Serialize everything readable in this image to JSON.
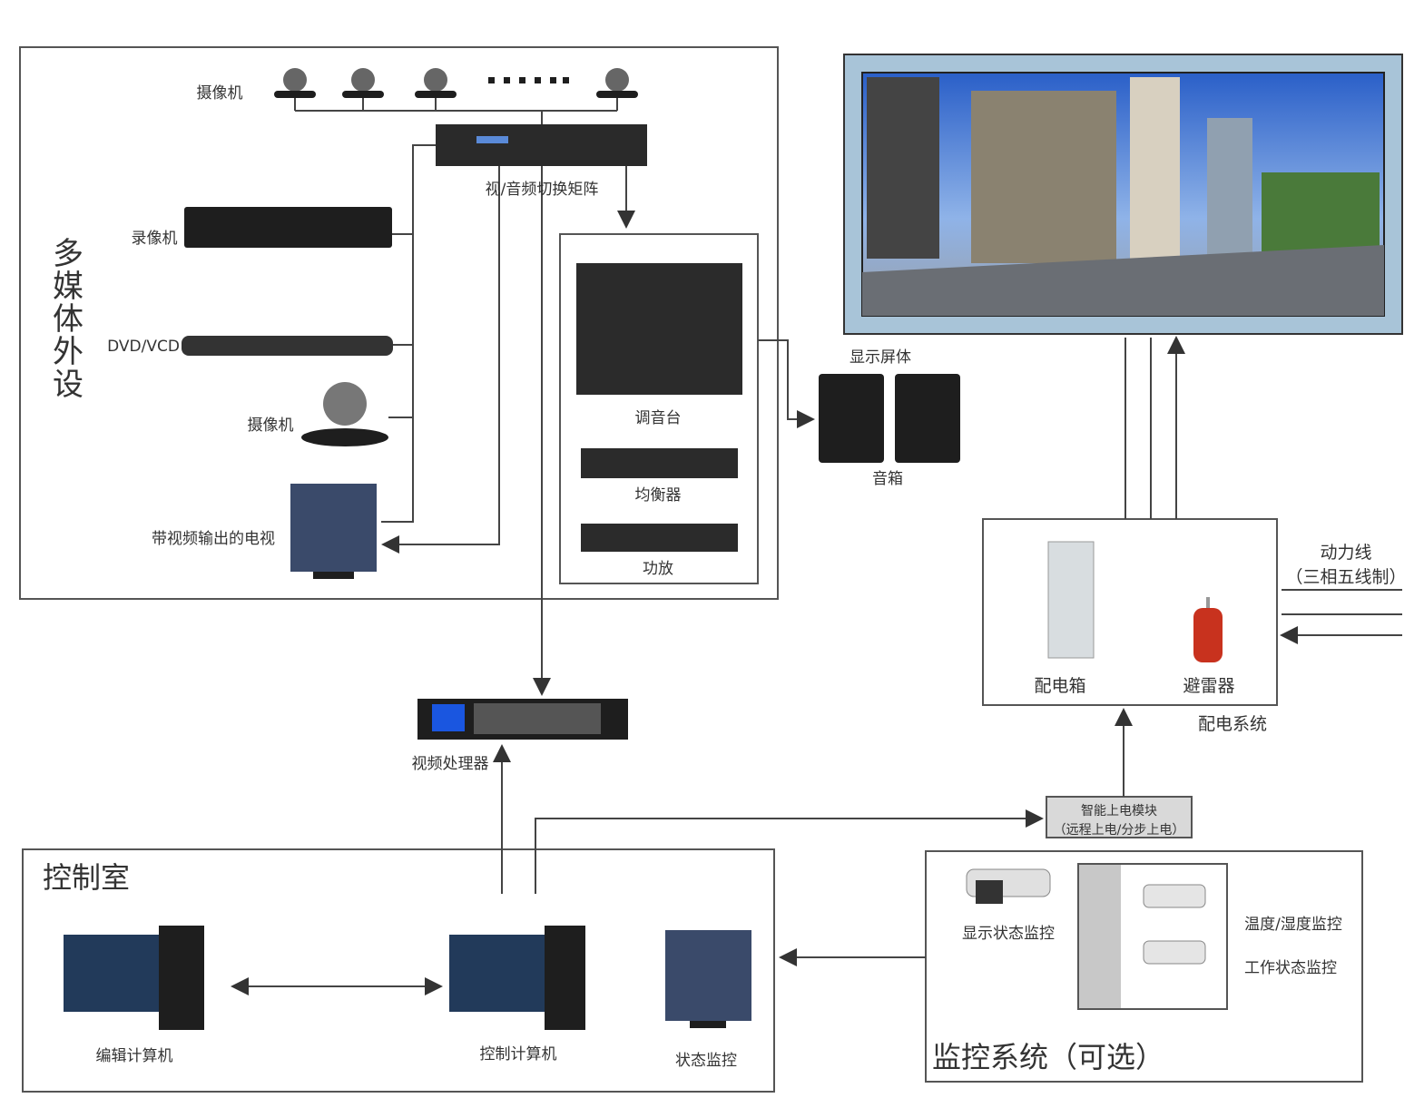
{
  "multimedia": {
    "title": "多媒体外设",
    "camera_top_label": "摄像机",
    "matrix_label": "视/音频切换矩阵",
    "recorder_label": "录像机",
    "dvd_label": "DVD/VCD",
    "camera_label": "摄像机",
    "tv_label": "带视频输出的电视"
  },
  "audio": {
    "mixer_label": "调音台",
    "eq_label": "均衡器",
    "amp_label": "功放",
    "speaker_label": "音箱"
  },
  "display": {
    "label": "显示屏体"
  },
  "power": {
    "cabinet_label": "配电箱",
    "arrester_label": "避雷器",
    "system_label": "配电系统",
    "line_label": "动力线",
    "line_sub": "（三相五线制）"
  },
  "smart_module": {
    "line1": "智能上电模块",
    "line2": "（远程上电/分步上电）"
  },
  "processor": {
    "label": "视频处理器"
  },
  "control_room": {
    "title": "控制室",
    "edit_pc_label": "编辑计算机",
    "control_pc_label": "控制计算机",
    "status_label": "状态监控"
  },
  "monitoring": {
    "title": "监控系统（可选）",
    "display_monitor_label": "显示状态监控",
    "temp_label": "温度/湿度监控",
    "work_label": "工作状态监控"
  },
  "colors": {
    "line": "#444444",
    "device": "#1e1e1e",
    "arrester": "#c8321e",
    "module_fill": "#d9d9d9",
    "sky": "#3a6fd0"
  }
}
